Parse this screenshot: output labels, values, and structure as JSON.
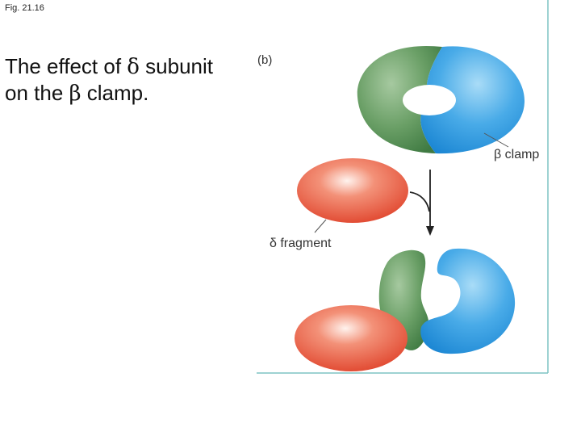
{
  "slide": {
    "figure_number": "Fig. 21.16",
    "title_line1_prefix": "The effect of ",
    "title_line1_symbol": "δ",
    "title_line1_suffix": " subunit",
    "title_line2_prefix": "on the ",
    "title_line2_symbol": "β",
    "title_line2_suffix": " clamp."
  },
  "diagram": {
    "panel_label": "(b)",
    "beta_clamp_label": "β clamp",
    "delta_fragment_label": "δ fragment"
  },
  "colors": {
    "frame_border": "#7fc4c4",
    "green_subunit": "#4e8a4e",
    "blue_subunit": "#2e9be0",
    "red_fragment": "#e3503a"
  }
}
